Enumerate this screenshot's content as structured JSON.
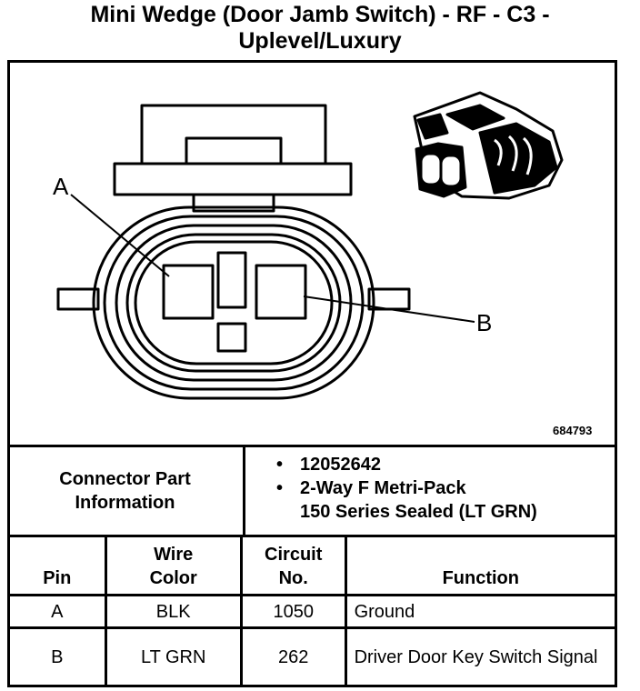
{
  "title": {
    "line1": "Mini Wedge (Door Jamb Switch) - RF - C3 -",
    "line2": "Uplevel/Luxury"
  },
  "diagram": {
    "pin_a_label": "A",
    "pin_b_label": "B",
    "part_number": "684793"
  },
  "connector_info": {
    "label_line1": "Connector Part",
    "label_line2": "Information",
    "items": [
      "12052642",
      "2-Way F Metri-Pack",
      "150 Series Sealed (LT GRN)"
    ]
  },
  "table": {
    "headers": {
      "pin": "Pin",
      "wire_1": "Wire",
      "wire_2": "Color",
      "circuit_1": "Circuit",
      "circuit_2": "No.",
      "function": "Function"
    },
    "rows": [
      {
        "pin": "A",
        "color": "BLK",
        "circuit": "1050",
        "function": "Ground"
      },
      {
        "pin": "B",
        "color": "LT GRN",
        "circuit": "262",
        "function": "Driver Door Key Switch Signal"
      }
    ]
  }
}
